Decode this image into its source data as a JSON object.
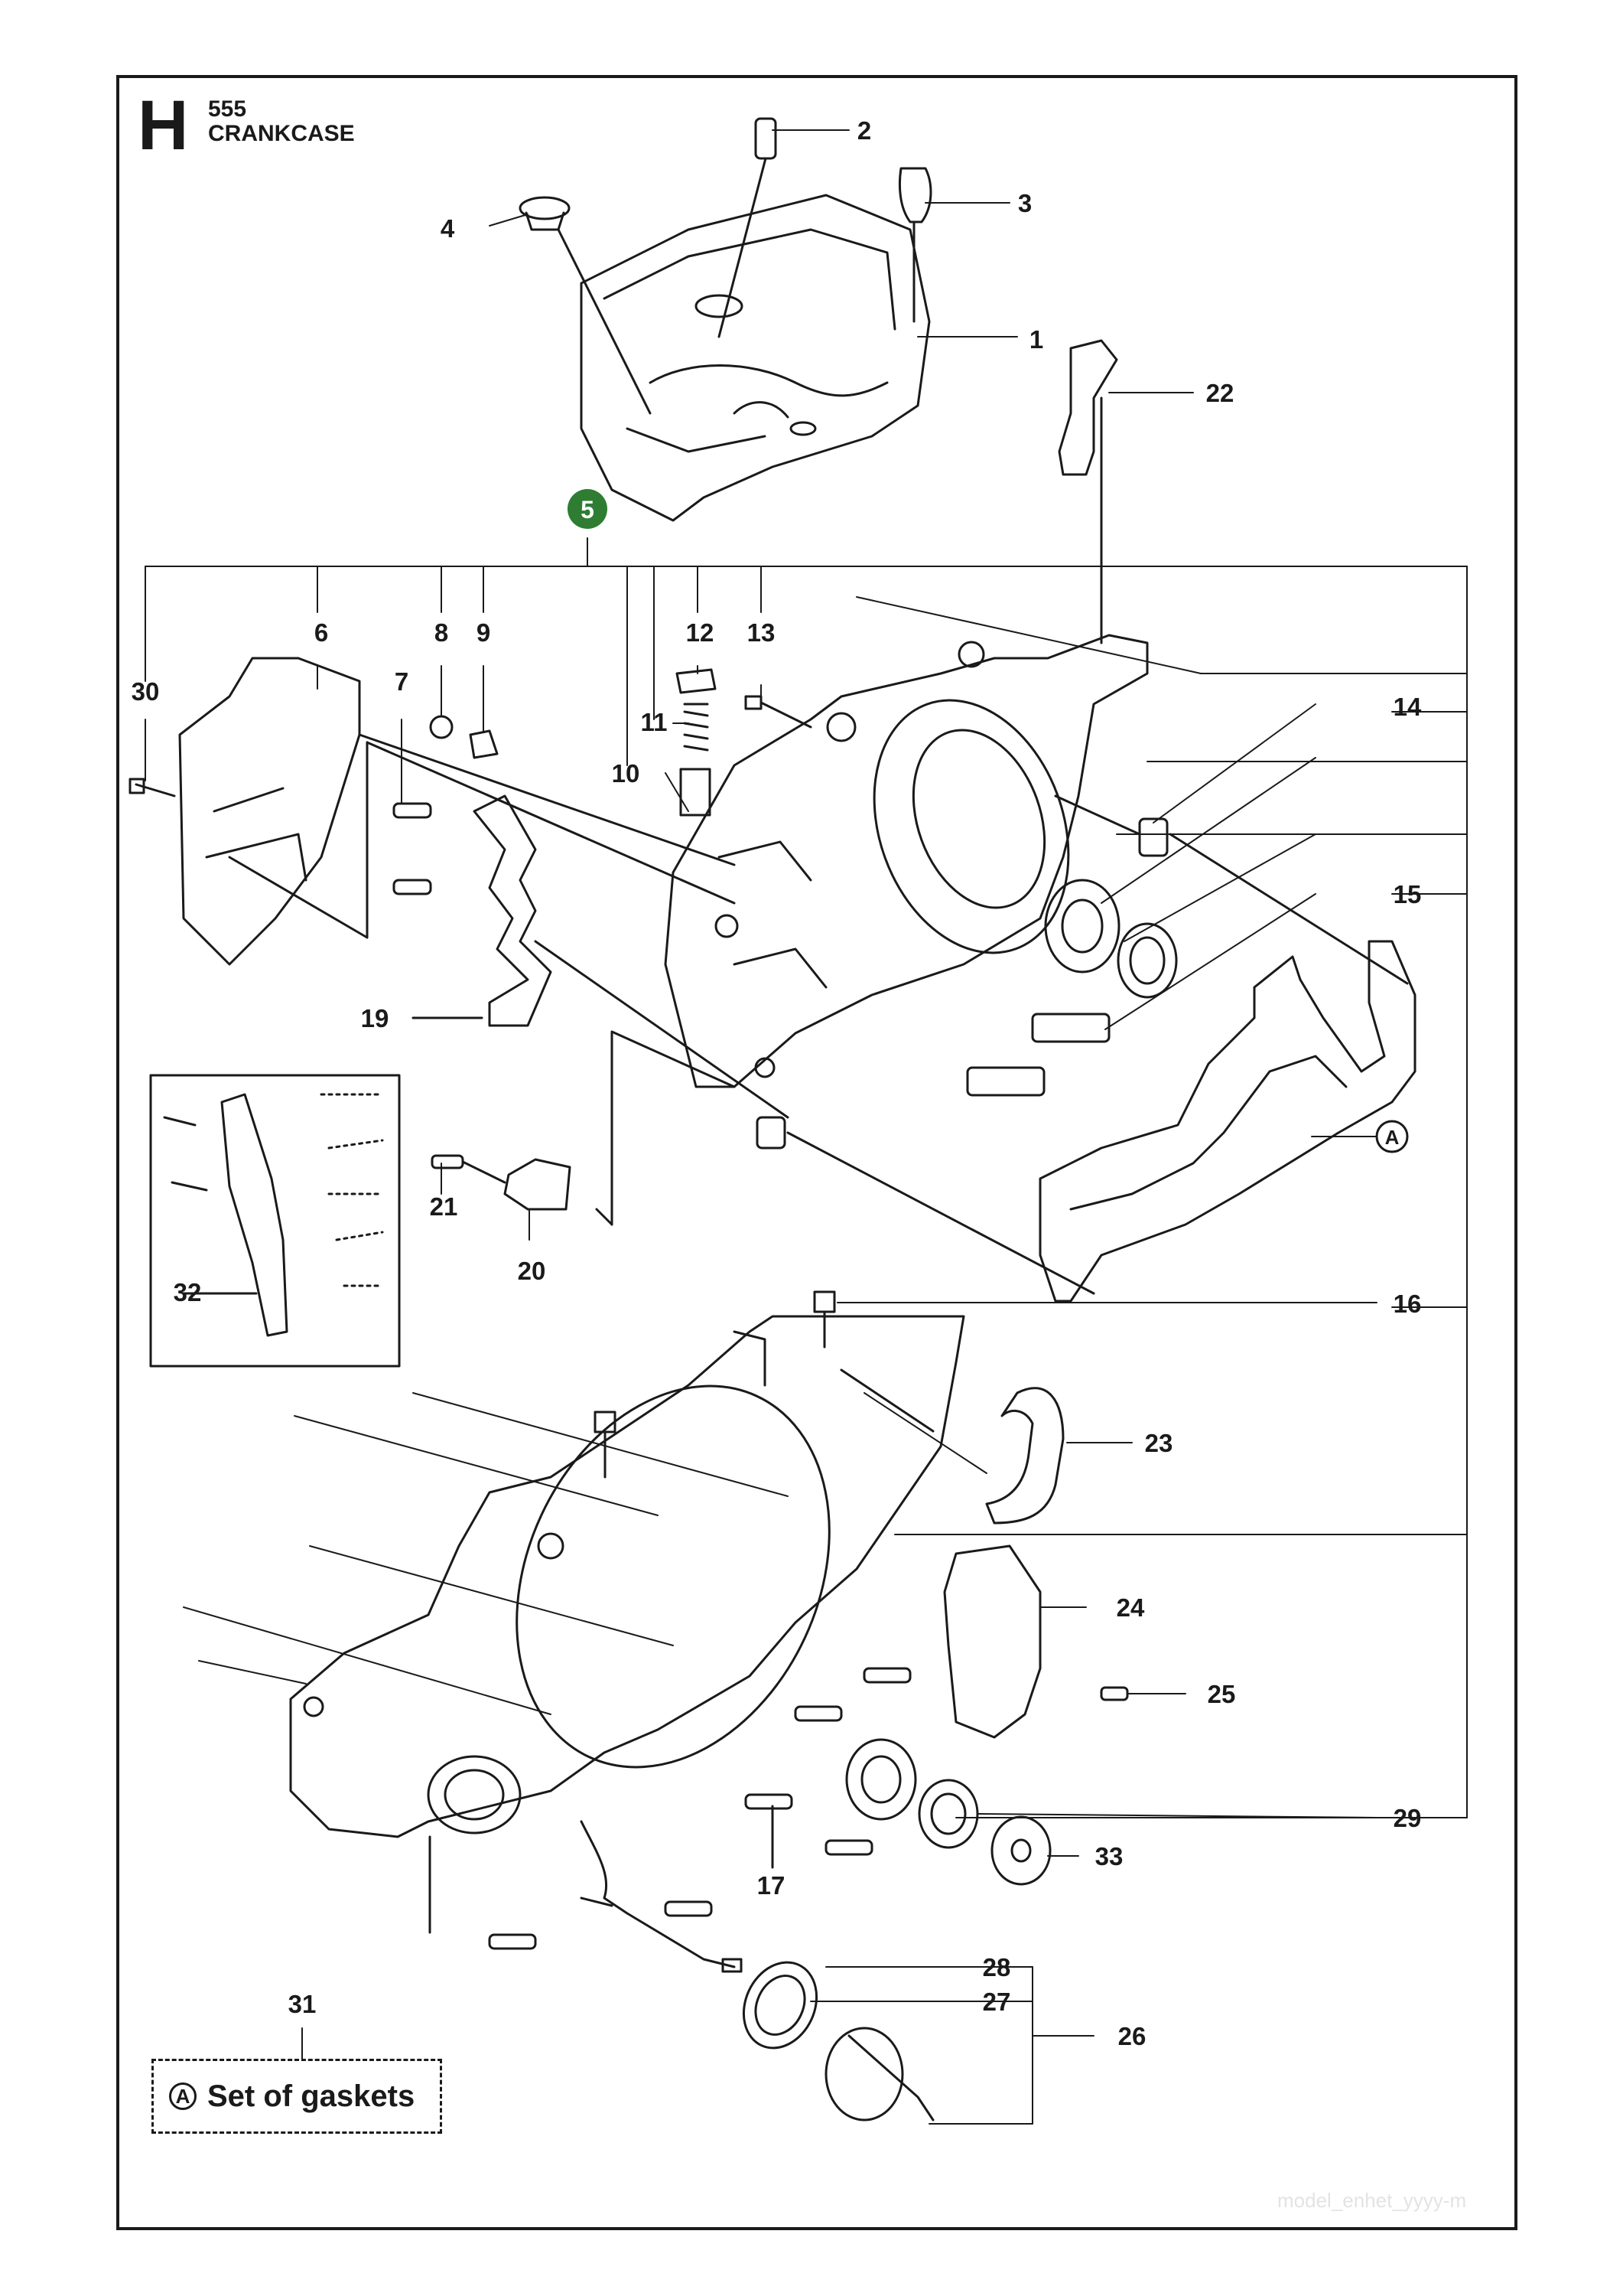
{
  "header": {
    "section_letter": "H",
    "model": "555",
    "title": "CRANKCASE"
  },
  "group_badge": "5",
  "callouts": [
    "1",
    "2",
    "3",
    "4",
    "6",
    "7",
    "8",
    "9",
    "10",
    "11",
    "12",
    "13",
    "14",
    "15",
    "16",
    "17",
    "19",
    "20",
    "21",
    "22",
    "23",
    "24",
    "25",
    "26",
    "27",
    "28",
    "29",
    "30",
    "31",
    "32",
    "33"
  ],
  "gasket_ref": "A",
  "legend": {
    "symbol": "A",
    "text": "Set of gaskets"
  },
  "watermark": "model_enhet_yyyy-m",
  "colors": {
    "badge": "#2e7d32",
    "line": "#1a1a1a"
  }
}
